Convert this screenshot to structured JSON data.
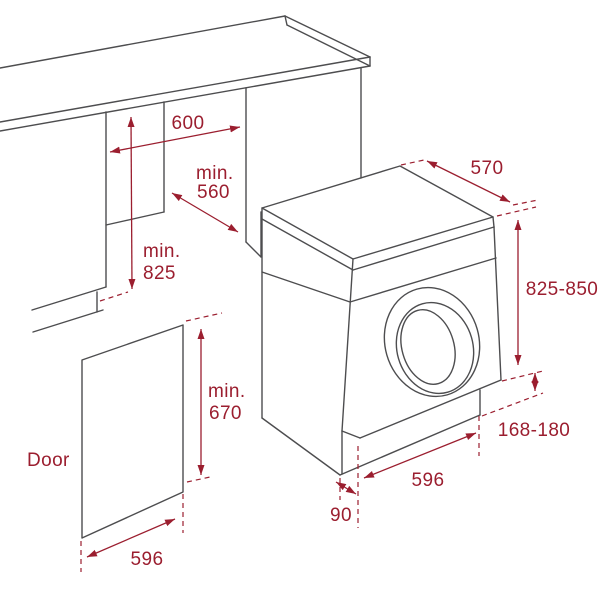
{
  "diagram": {
    "background_color": "#ffffff",
    "dimension_color": "#9b1e2f",
    "drawing_line_color": "#4d4d4f",
    "niche": {
      "width": "600",
      "depth_prefix": "min.",
      "depth": "560",
      "height_prefix": "min.",
      "height": "825"
    },
    "machine": {
      "depth": "570",
      "height_range": "825-850",
      "plinth_height_range": "168-180",
      "width": "596",
      "plinth_recess": "90"
    },
    "door": {
      "name": "Door",
      "height_prefix": "min.",
      "height": "670",
      "width": "596"
    }
  }
}
